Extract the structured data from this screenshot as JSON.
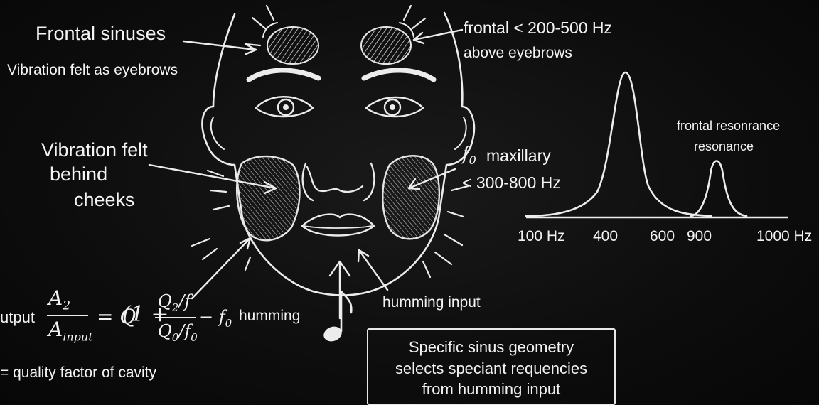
{
  "labels": {
    "frontal_sinuses": "Frontal sinuses",
    "vibration_eyebrows": "Vibration felt as eyebrows",
    "vibration_cheeks_l1": "Vibration felt",
    "vibration_cheeks_l2": "behind",
    "vibration_cheeks_l3": "cheeks",
    "frontal_freq": "frontal < 200-500 Hz",
    "above_eyebrows": "above eyebrows",
    "f0_symbol": "f",
    "f0_sub": "0",
    "maxillary": "maxillary",
    "maxillary_freq": "< 300-800 Hz",
    "humming_left": "humming",
    "humming_input": "humming input",
    "q_def": "= quality factor of cavity"
  },
  "formula": {
    "prefix": "utput",
    "num_A": "A",
    "num_sub": "2",
    "den_A": "A",
    "den_sub": "input",
    "eq": "= Q",
    "paren": "(1 +",
    "q2": "Q",
    "q2_sub": "2",
    "slash_f": "/f",
    "q0": "Q",
    "q0_sub": "0",
    "slash_f0": "/f",
    "f0_sub": "0",
    "minus_f0": "− f",
    "minus_f0_sub": "0"
  },
  "chart": {
    "resonance_label_1": "frontal resonrance",
    "resonance_label_2": "resonance",
    "ticks": [
      "100 Hz",
      "400",
      "600",
      "900",
      "1000 Hz"
    ]
  },
  "chart_data": {
    "type": "line",
    "title": "",
    "xlabel": "",
    "ylabel": "",
    "x_ticks": [
      "100 Hz",
      "400",
      "600",
      "900",
      "1000 Hz"
    ],
    "series": [
      {
        "peak_x": 440,
        "relative_height": 1.0
      },
      {
        "peak_x": 905,
        "relative_height": 0.42
      }
    ],
    "annotations": [
      "frontal resonrance",
      "resonance"
    ]
  },
  "box": {
    "line1": "Specific sinus geometry",
    "line2": "selects speciant requencies",
    "line3": "from humming input"
  },
  "colors": {
    "chalk": "#ececec",
    "board": "#0b0b0b"
  }
}
